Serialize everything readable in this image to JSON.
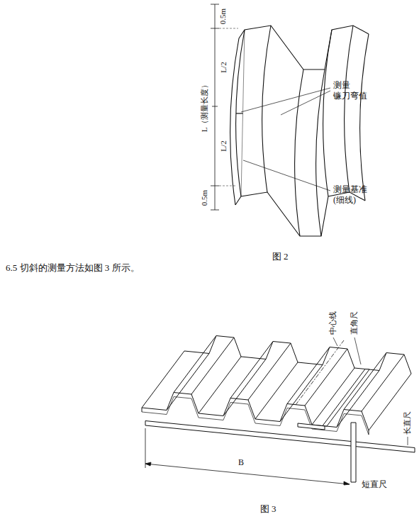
{
  "diagram": {
    "labels": [
      "0.5m",
      "L（测量长度）",
      "L/2",
      "L/2",
      "0.5m",
      "测量 镰刀弯值",
      "测量基准 (细线)",
      "图 2",
      "6.5 切斜的测量方法如图 3 所示。",
      "中心线",
      "直角尺",
      "长直尺",
      "短直尺",
      "B",
      "图 3"
    ]
  }
}
